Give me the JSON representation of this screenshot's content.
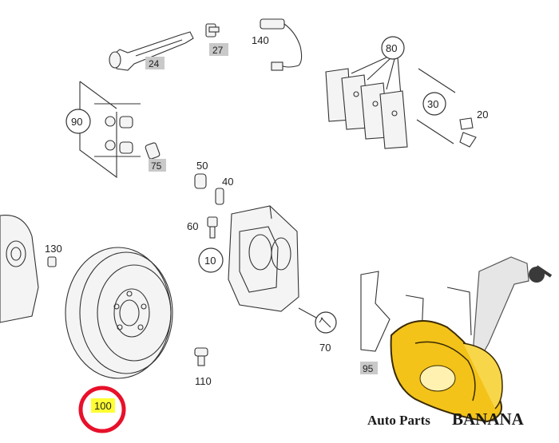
{
  "diagram": {
    "part_labels": {
      "p140": "140",
      "p80": "80",
      "p27": "27",
      "p24": "24",
      "p30": "30",
      "p20": "20",
      "p90": "90",
      "p75": "75",
      "p50": "50",
      "p40": "40",
      "p60": "60",
      "p10": "10",
      "p130": "130",
      "p70": "70",
      "p110": "110",
      "p95": "95",
      "p100": "100"
    },
    "highlight": {
      "part": "100",
      "fill_color": "#ffff33",
      "ring_color": "#e8102a"
    }
  },
  "watermark": {
    "prefix": "Auto Parts",
    "brand": "BANANA",
    "banana_color": "#f3c319"
  }
}
